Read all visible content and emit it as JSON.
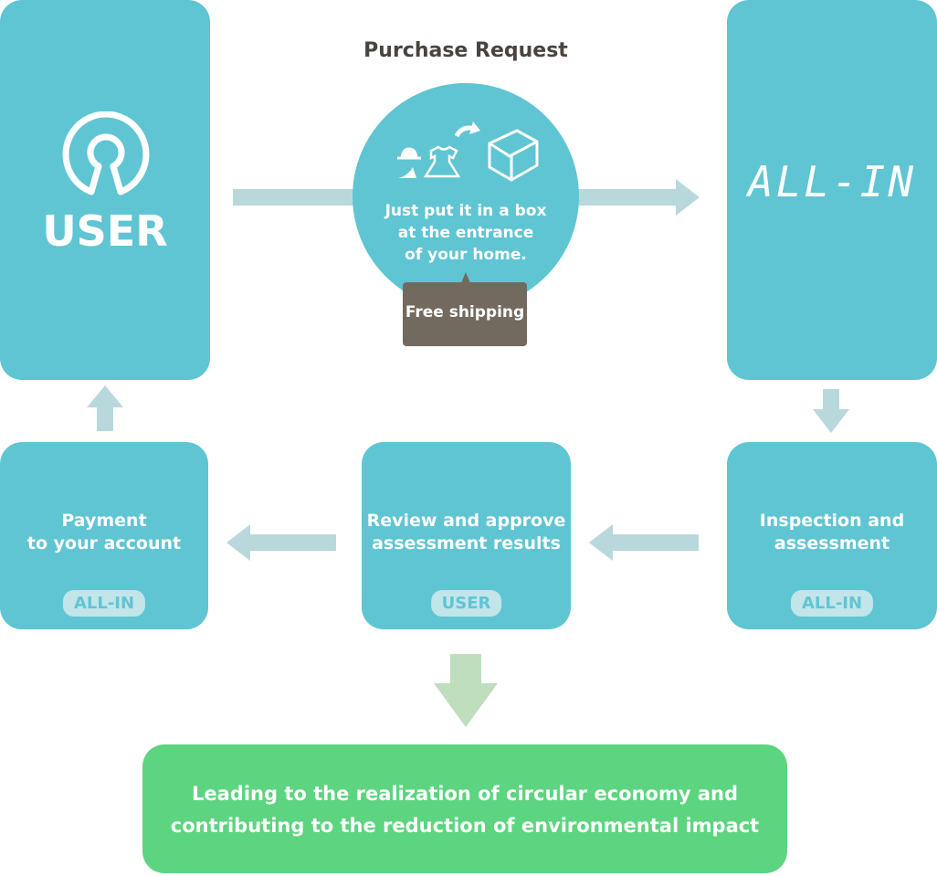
{
  "user_box": {
    "label": "USER",
    "icon": "open-source-keyhole-icon"
  },
  "allin_box": {
    "logo": "ALL-IN"
  },
  "purchase": {
    "title": "Purchase Request",
    "lines": [
      "Just put it in a box",
      "at the entrance",
      "of your home."
    ],
    "tag": "Free shipping"
  },
  "steps": [
    {
      "title": [
        "Payment",
        "to your account"
      ],
      "actor": "ALL-IN"
    },
    {
      "title": [
        "Review and approve",
        "assessment results"
      ],
      "actor": "USER"
    },
    {
      "title": [
        "Inspection and",
        "assessment"
      ],
      "actor": "ALL-IN"
    }
  ],
  "result": {
    "lines": [
      "Leading to the realization of circular economy and",
      "contributing to the reduction of environmental impact"
    ]
  },
  "colors": {
    "teal": "#5fc5d3",
    "arrow": "#b9d8dc",
    "tag": "#736a5f",
    "green": "#5dd47f",
    "green_arrow": "#bfdebd",
    "badge": "#c2e5ea"
  }
}
